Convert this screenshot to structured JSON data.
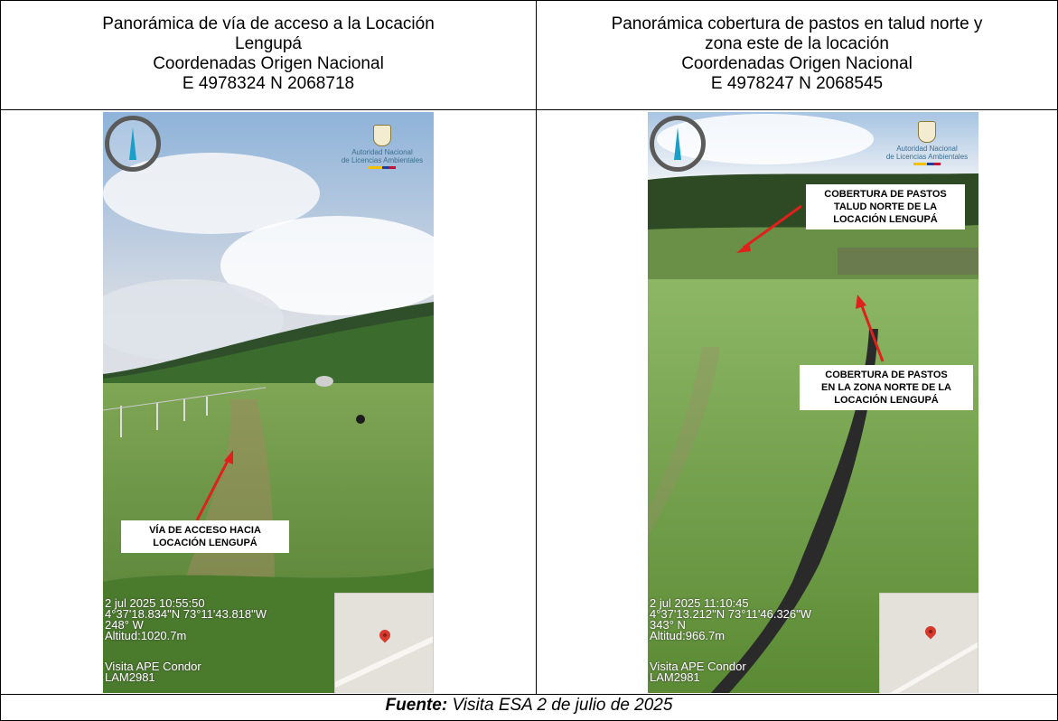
{
  "left_panel": {
    "caption": [
      "Panorámica de vía de acceso a la Locación",
      "Lengupá",
      "Coordenadas Origen Nacional",
      "E 4978324 N 2068718"
    ],
    "callout": [
      "VÍA DE ACCESO HACIA",
      "LOCACIÓN LENGUPÁ"
    ],
    "overlay": [
      "2 jul 2025 10:55:50",
      "4°37'18.834\"N 73°11'43.818\"W",
      "248° W",
      "Altitud:1020.7m",
      "",
      "Visita APE Condor",
      "LAM2981"
    ]
  },
  "right_panel": {
    "caption": [
      "Panorámica cobertura de pastos en talud norte y",
      "zona este de la locación",
      "Coordenadas Origen Nacional",
      "E 4978247 N 2068545"
    ],
    "callout_top": [
      "COBERTURA DE PASTOS",
      "TALUD NORTE DE LA",
      "LOCACIÓN LENGUPÁ"
    ],
    "callout_bottom": [
      "COBERTURA DE PASTOS",
      "EN LA ZONA NORTE DE LA",
      "LOCACIÓN LENGUPÁ"
    ],
    "overlay": [
      "2 jul 2025 11:10:45",
      "4°37'13.212\"N 73°11'46.326\"W",
      "343° N",
      "Altitud:966.7m",
      "",
      "Visita APE Condor",
      "LAM2981"
    ]
  },
  "watermark": [
    "Autoridad Nacional",
    "de Licencias Ambientales"
  ],
  "source": {
    "label": "Fuente:",
    "text": "Visita ESA 2 de julio de 2025"
  },
  "icons": {
    "compass": "compass-icon",
    "logo": "anla-logo",
    "pin": "map-pin-icon",
    "arrow": "red-arrow-icon"
  },
  "colors": {
    "arrow": "#e0201b",
    "needle": "#1aa0c8",
    "pin": "#d63a2e"
  }
}
